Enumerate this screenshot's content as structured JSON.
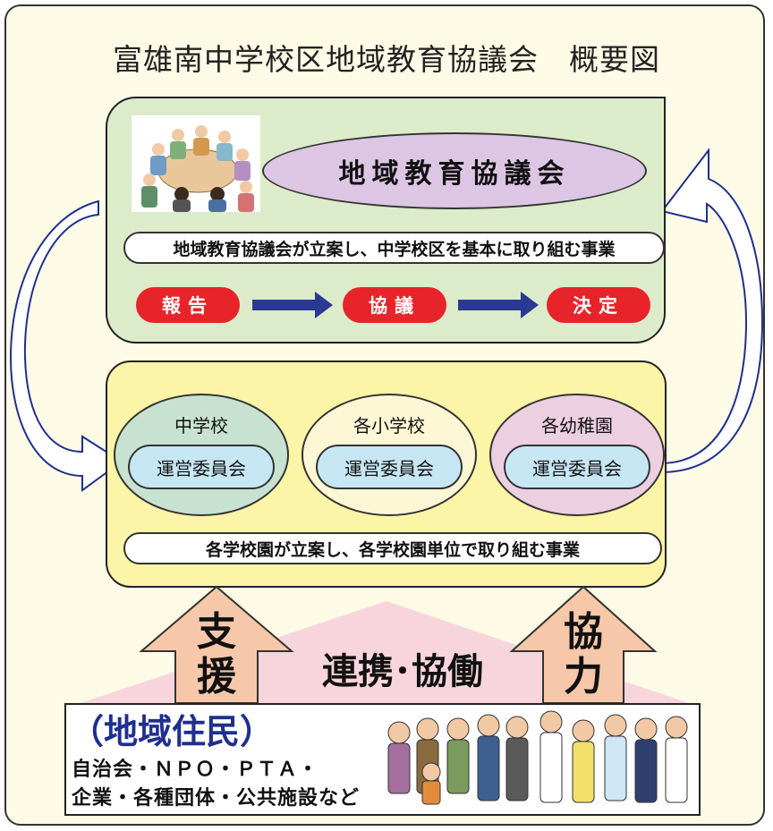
{
  "title": "富雄南中学校区地域教育協議会　概要図",
  "council": {
    "name": "地域教育協議会",
    "project": "地域教育協議会が立案し、中学校区を基本に取り組む事業",
    "steps": [
      "報告",
      "協議",
      "決定"
    ]
  },
  "schools": [
    {
      "name": "中学校",
      "committee": "運営委員会"
    },
    {
      "name": "各小学校",
      "committee": "運営委員会"
    },
    {
      "name": "各幼稚園",
      "committee": "運営委員会"
    }
  ],
  "school_project": "各学校園が立案し、各学校園単位で取り組む事業",
  "collaboration": "連携･協働",
  "support_arrow": [
    "支",
    "援"
  ],
  "cooperation_arrow": [
    "協",
    "力"
  ],
  "residents": {
    "title": "（地域住民）",
    "line1": "自治会・ＮＰＯ・ＰＴＡ・",
    "line2": "企業・各種団体・公共施設など"
  },
  "colors": {
    "background": "#fdfbe6",
    "council_panel": "#dcebc9",
    "school_panel": "#fcf4a6",
    "council_oval": "#dcc6e4",
    "step_button": "#e8242b",
    "step_arrow": "#2a3a92",
    "committee_pill": "#c6e6f3",
    "junior_high_oval": "#c8e2d2",
    "elementary_oval": "#fdf7d6",
    "kindergarten_oval": "#eccfe0",
    "collaboration_roof": "#f8d5dd",
    "support_arrow": "#f6c7a9",
    "resident_title": "#1f2f8f"
  }
}
